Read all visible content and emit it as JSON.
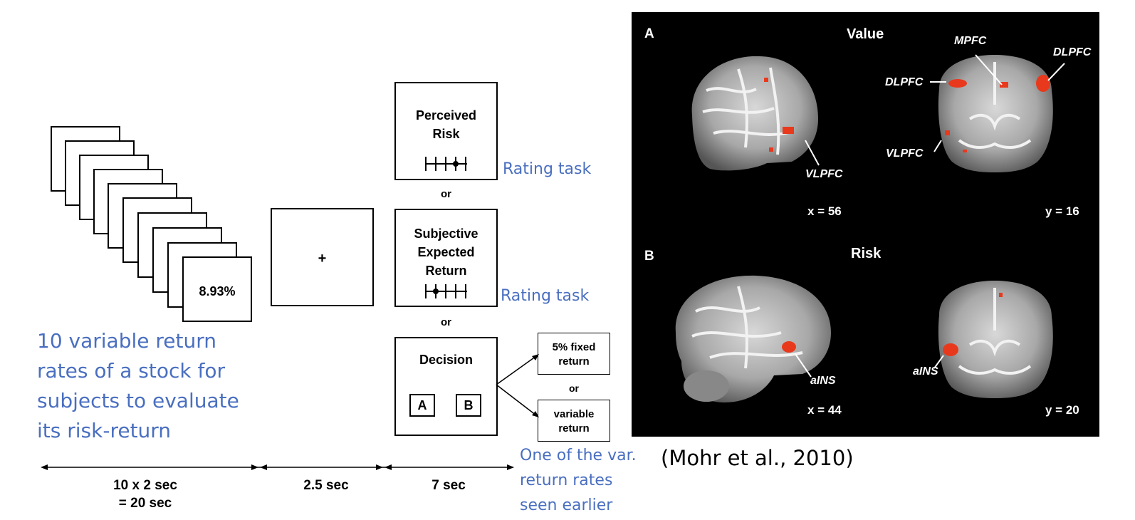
{
  "stimuli": {
    "rate_shown": "8.93%",
    "description": "10 variable return rates of a stock for subjects to evaluate its risk-return"
  },
  "fixation": {
    "symbol": "+"
  },
  "rating": {
    "perceived_risk": "Perceived Risk",
    "subjective_return": "Subjective Expected Return",
    "task_label_1": "Rating task",
    "task_label_2": "Rating task",
    "or_1": "or",
    "or_2": "or"
  },
  "decision": {
    "title": "Decision",
    "option_a": "A",
    "option_b": "B",
    "fixed": "5% fixed return",
    "or": "or",
    "variable": "variable return",
    "note": "One of the var. return rates seen earlier"
  },
  "timeline": {
    "seg1_line1": "10 x 2 sec",
    "seg1_line2": "= 20 sec",
    "seg2": "2.5 sec",
    "seg3": "7 sec"
  },
  "brain": {
    "panel_a": "A",
    "title_a": "Value",
    "mpfc": "MPFC",
    "dlpfc_left": "DLPFC",
    "dlpfc_right": "DLPFC",
    "vlpfc_coronal": "VLPFC",
    "vlpfc_sagittal": "VLPFC",
    "coord_a1": "x = 56",
    "coord_a2": "y = 16",
    "panel_b": "B",
    "title_b": "Risk",
    "ains_sagittal": "aINS",
    "ains_coronal": "aINS",
    "coord_b1": "x = 44",
    "coord_b2": "y = 20",
    "citation": "(Mohr et al., 2010)"
  },
  "colors": {
    "annotation_blue": "#4a6fc0",
    "activation": "#e8391d"
  }
}
